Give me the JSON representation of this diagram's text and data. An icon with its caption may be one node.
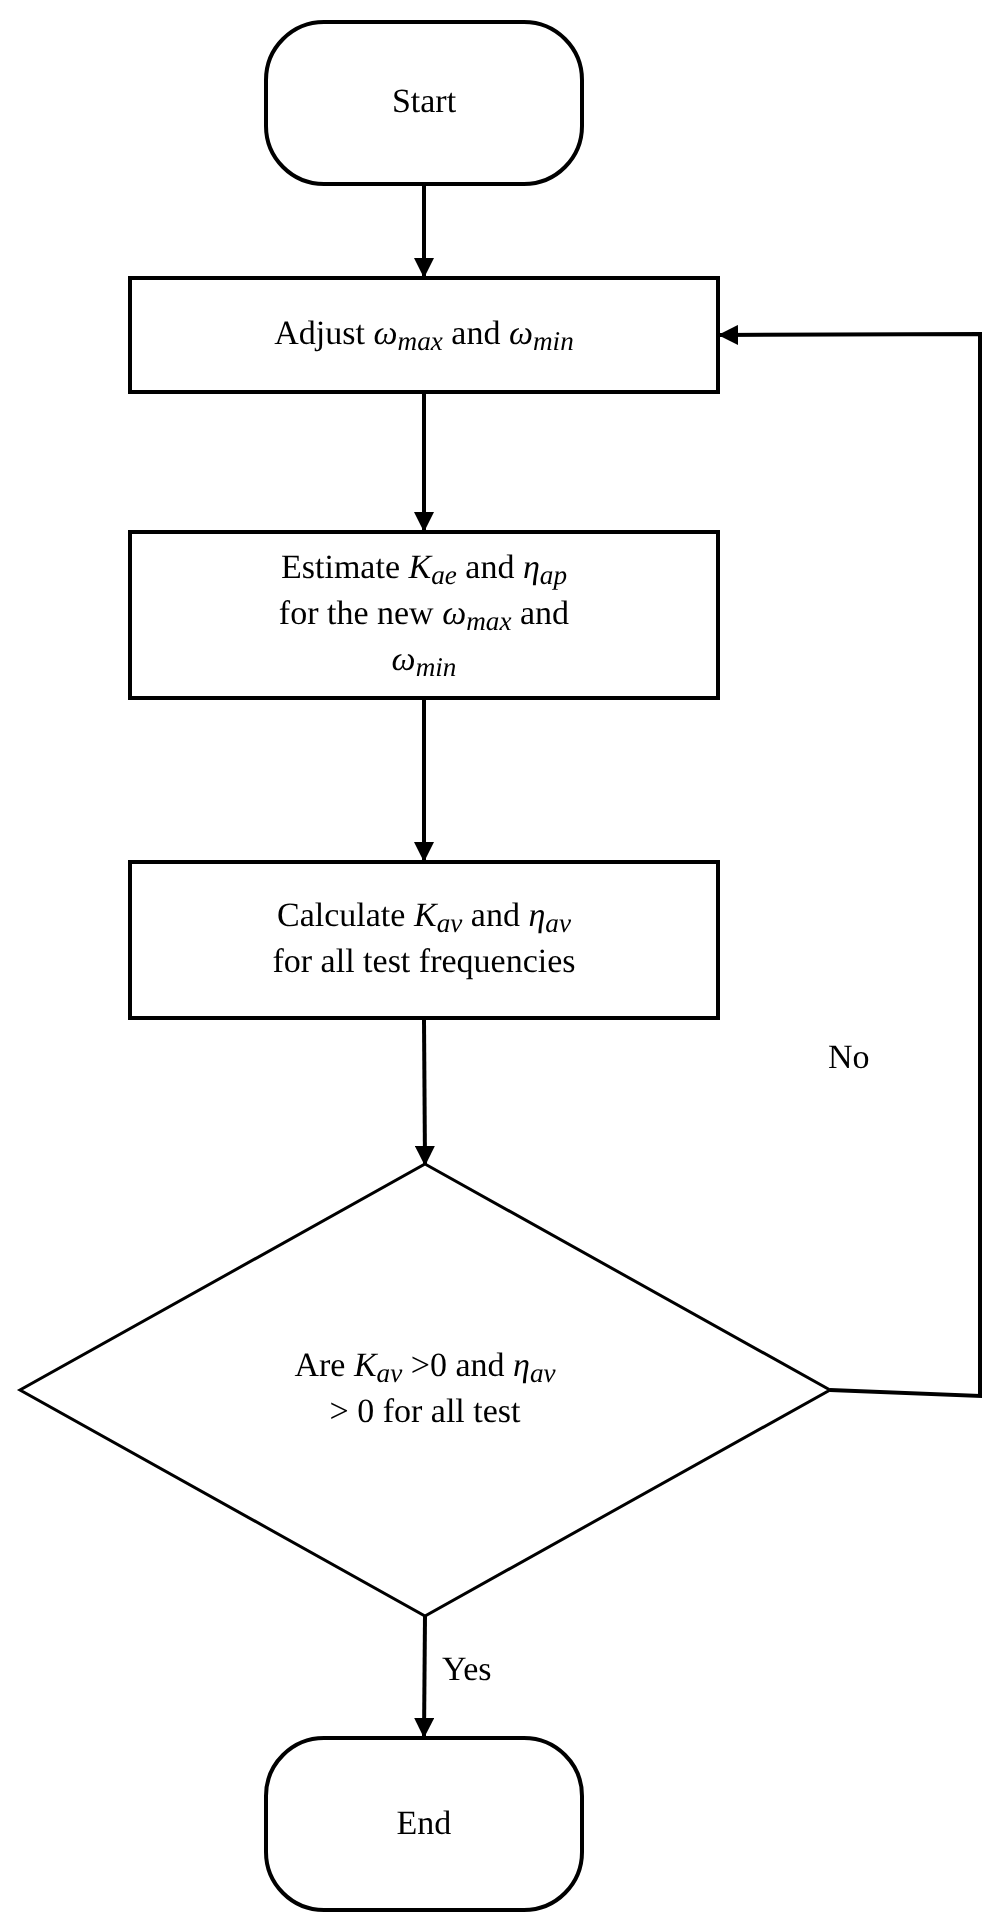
{
  "diagram": {
    "nodes": [
      {
        "text": [
          "Start"
        ]
      },
      {
        "text": [
          "Adjust *ω*$_{max}$ and *ω*$_{min}$"
        ]
      },
      {
        "text": [
          "Estimate *K*$_{ae}$ and *η*$_{ap}$ for the new *ω*$_{max}$ and *ω*$_{min}$"
        ]
      },
      {
        "text": [
          "Calculate *K*$_{av}$ and *η*$_{av}$ for all test frequencies"
        ]
      },
      {
        "text": [
          "Are *K*$_{av}$ >0 and *η*$_{av}$ > 0 for all test"
        ]
      },
      {
        "text": [
          "End"
        ]
      }
    ],
    "edges": [
      {
        "from": 0,
        "to": 1,
        "arrow": "to"
      },
      {
        "from": 1,
        "to": 2,
        "arrow": "to"
      },
      {
        "from": 2,
        "to": 3,
        "arrow": "to"
      },
      {
        "from": 3,
        "to": 4,
        "arrow": "to"
      },
      {
        "from": 4,
        "to": 5,
        "arrow": "to",
        "label": "Yes"
      },
      {
        "from": 4,
        "to": 1,
        "arrow": "to",
        "label": "No"
      }
    ]
  }
}
